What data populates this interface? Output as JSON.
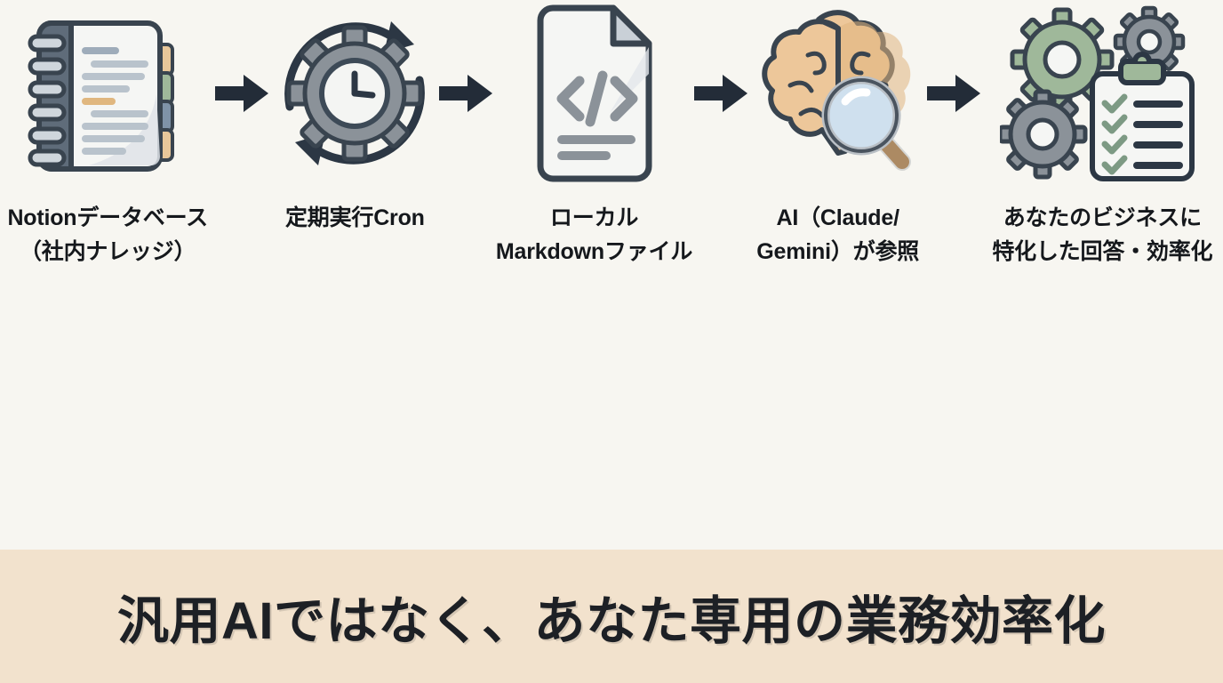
{
  "theme": {
    "background": "#f7f6f1",
    "banner_background": "#f2e2cd",
    "text_dark": "#15181c",
    "arrow_color": "#232c38",
    "outline": "#39444f",
    "gray_fill": "#8b9299",
    "green_fill": "#9fb89a",
    "tan_fill": "#e8c79a",
    "paper_white": "#f5f6f4"
  },
  "flow": {
    "steps": [
      {
        "id": "notion-database",
        "icon": "notebook-icon",
        "caption": "Notionデータベース\n（社内ナレッジ）"
      },
      {
        "id": "cron-schedule",
        "icon": "gear-clock-refresh-icon",
        "caption": "定期実行Cron"
      },
      {
        "id": "local-markdown",
        "icon": "code-document-icon",
        "caption": "ローカル\nMarkdownファイル"
      },
      {
        "id": "ai-reference",
        "icon": "brain-magnifier-icon",
        "caption": "AI（Claude/\nGemini）が参照"
      },
      {
        "id": "business-outcome",
        "icon": "gears-clipboard-icon",
        "caption": "あなたのビジネスに\n特化した回答・効率化"
      }
    ],
    "arrows": [
      {
        "id": "arrow-1",
        "icon": "arrow-right-icon"
      },
      {
        "id": "arrow-2",
        "icon": "arrow-right-icon"
      },
      {
        "id": "arrow-3",
        "icon": "arrow-right-icon"
      },
      {
        "id": "arrow-4",
        "icon": "arrow-right-icon"
      }
    ]
  },
  "banner": {
    "headline": "汎用AIではなく、あなた専用の業務効率化"
  }
}
